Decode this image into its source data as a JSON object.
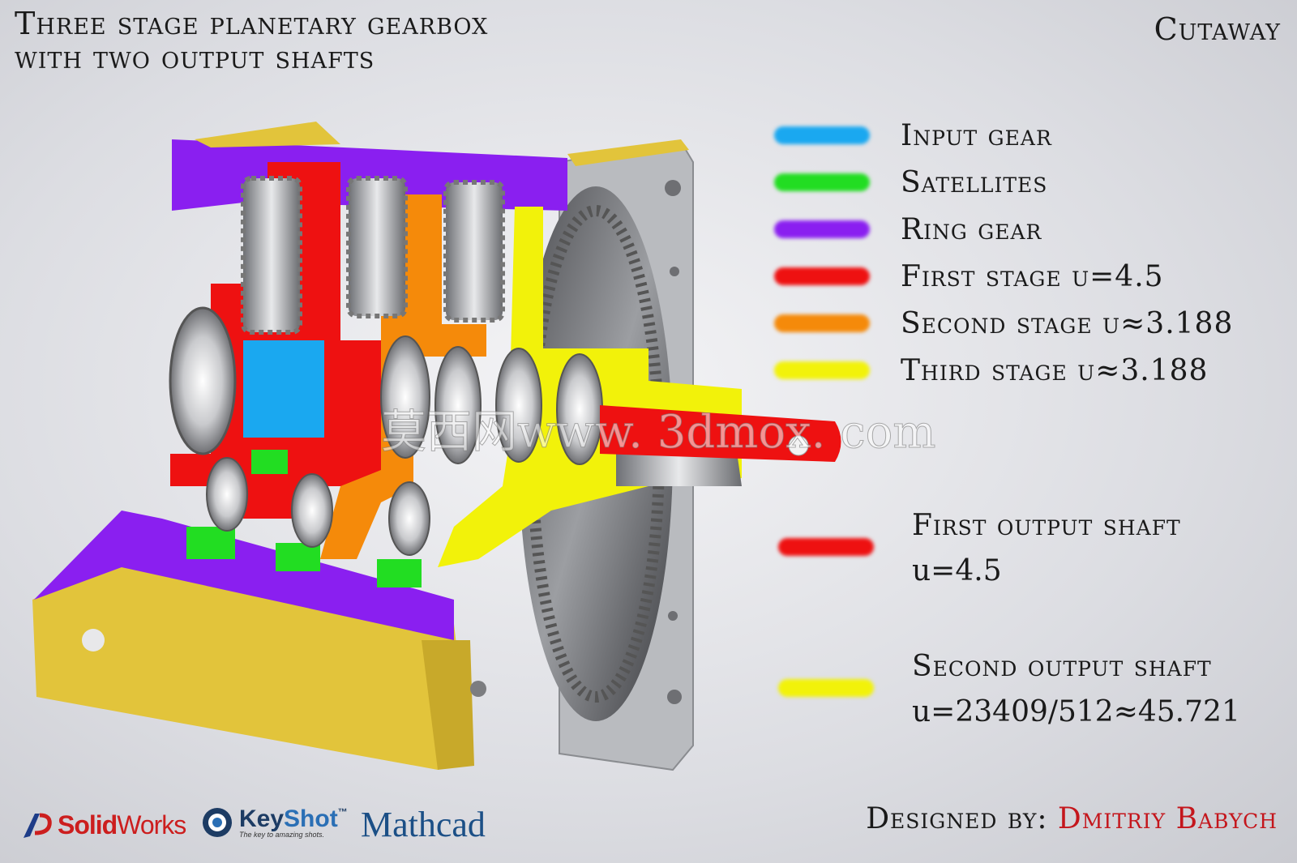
{
  "title": {
    "line1": "Three stage planetary gearbox",
    "line2": "with two output shafts"
  },
  "cutaway_label": "Cutaway",
  "colors": {
    "input_gear": "#1aa8f0",
    "satellites": "#22dd22",
    "ring_gear": "#8a1ff0",
    "first_stage": "#ee1111",
    "second_stage": "#f58a0a",
    "third_stage": "#f2f20a",
    "housing_yellow": "#e2c43b",
    "steel": "#9a9ca0"
  },
  "legend": [
    {
      "label": "Input gear",
      "color": "#1aa8f0"
    },
    {
      "label": "Satellites",
      "color": "#22dd22"
    },
    {
      "label": "Ring gear",
      "color": "#8a1ff0"
    },
    {
      "label": "First stage u=4.5",
      "color": "#ee1111"
    },
    {
      "label": "Second stage u≈3.188",
      "color": "#f58a0a"
    },
    {
      "label": "Third stage u≈3.188",
      "color": "#f2f20a"
    }
  ],
  "outputs": [
    {
      "label": "First output shaft",
      "ratio": "u=4.5",
      "color": "#ee1111"
    },
    {
      "label": "Second output shaft",
      "ratio": "u=23409/512≈45.721",
      "color": "#f2f20a"
    }
  ],
  "watermark": "莫西网www. 3dmox. com",
  "footer": {
    "solid": "Solid",
    "works": "Works",
    "keyshot_key": "Key",
    "keyshot_shot": "Shot",
    "keyshot_tm": "™",
    "keyshot_tagline": "The key to amazing shots.",
    "mathcad": "Mathcad",
    "designed_prefix": "Designed by:",
    "designer": "Dmitriy Babych"
  }
}
